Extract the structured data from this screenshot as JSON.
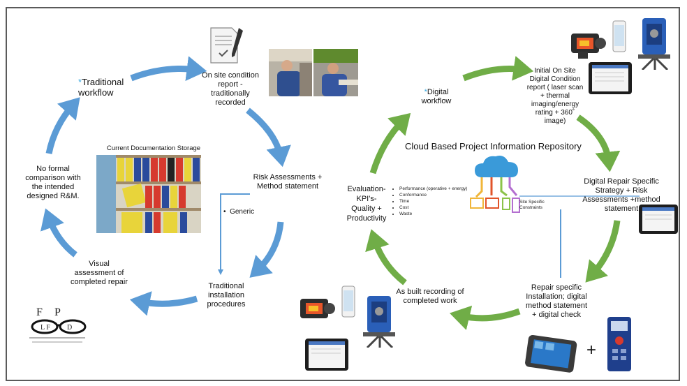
{
  "traditional": {
    "workflow_asterisk": "*",
    "workflow_title": "Traditional workflow",
    "on_site_report": "On site condition report - traditionally recorded",
    "risk_assessments": "Risk Assessments + Method statement",
    "generic_bullet": "Generic",
    "installation": "Traditional installation procedures",
    "visual_assessment": "Visual assessment of completed repair",
    "no_formal": "No formal comparison with the intended designed R&M.",
    "storage_title": "Current Documentation Storage"
  },
  "digital": {
    "workflow_asterisk": "*",
    "workflow_title": "Digital workflow",
    "repository_title": "Cloud Based Project Information Repository",
    "initial_report": "Initial On Site Digital Condition report ( laser scan + thermal imaging/energy rating + 360˚ image)",
    "repair_strategy": "Digital Repair Specific Strategy + Risk Assessments +method statement",
    "repair_installation": "Repair specific Installation; digital method statement + digital check",
    "as_built": "As built recording of completed work",
    "evaluation": "Evaluation- KPI's- Quality + Productivity",
    "kpi_items": [
      "Performance (operative + energy)",
      "Conformance",
      "Time",
      "Cost",
      "Waste"
    ],
    "site_constraints": "Site Specific Constraints",
    "plus_sign": "+"
  },
  "colors": {
    "traditional_arrow": "#5b9bd5",
    "digital_arrow": "#70ad47",
    "cloud": "#3a9ad9"
  },
  "icons": [
    "document-pen-icon",
    "workers-photo",
    "shelves-photo",
    "eye-chart-glasses-icon",
    "thermal-camera-icon",
    "phone-icon",
    "laser-scanner-icon",
    "tablet-icon",
    "cloud-devices-icon",
    "rugged-tablet-icon",
    "laser-meter-icon"
  ]
}
